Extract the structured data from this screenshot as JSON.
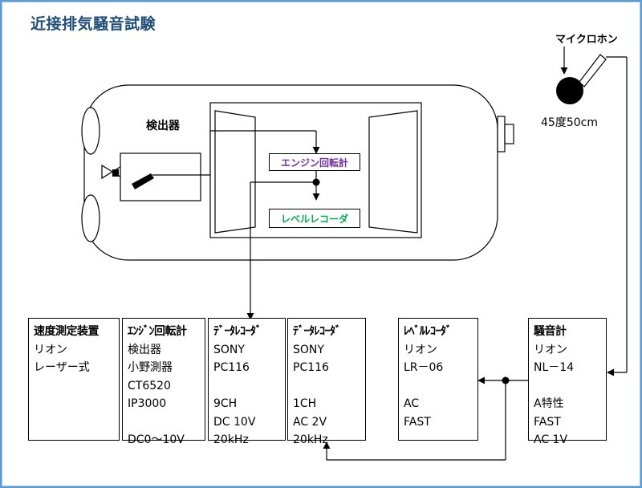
{
  "title": "近接排気騒音試験",
  "labels": {
    "microphone": "マイクロホン",
    "mic_position": "45度50cm",
    "detector": "検出器",
    "engine_rpm_meter": "エンジン回転計",
    "level_recorder": "レベルレコーダ"
  },
  "colors": {
    "title": "#1f4e79",
    "frame": "#5b9bd5",
    "engine_rpm_meter": "#7030a0",
    "level_recorder": "#00b050"
  },
  "spec_boxes": [
    {
      "lines": [
        "速度測定装置",
        "リオン",
        "レーザー式",
        "",
        "",
        ""
      ]
    },
    {
      "lines": [
        "ｴﾝｼﾞﾝ回転計",
        "検出器",
        "小野測器",
        "CT6520",
        "IP3000",
        "",
        "DC0～10V"
      ]
    },
    {
      "lines": [
        "ﾃﾞｰﾀﾚｺｰﾀﾞ",
        "SONY",
        "PC116",
        "",
        "9CH",
        "DC  10V",
        "20kHz"
      ]
    },
    {
      "lines": [
        "ﾃﾞｰﾀﾚｺｰﾀﾞ",
        "SONY",
        "PC116",
        "",
        "1CH",
        "AC  2V",
        "20kHz"
      ]
    },
    {
      "lines": [
        "ﾚﾍﾞﾙﾚｺｰﾀﾞ",
        "リオン",
        "LR－06",
        "",
        "AC",
        "FAST"
      ]
    },
    {
      "lines": [
        "騒音計",
        "リオン",
        "NL－14",
        "",
        "A特性",
        "FAST",
        "AC  1V"
      ]
    }
  ]
}
